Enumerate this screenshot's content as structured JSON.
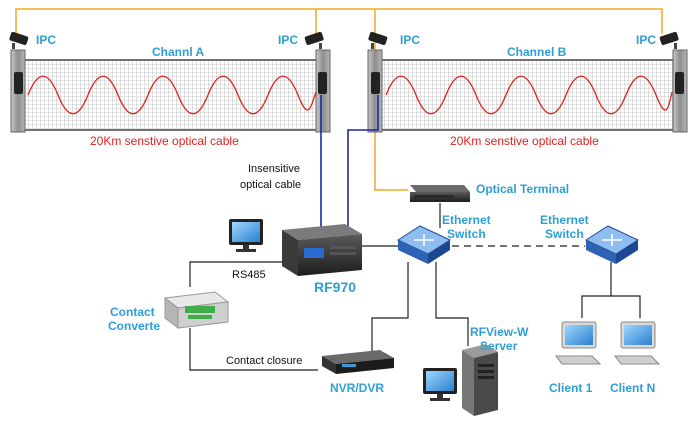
{
  "labels": {
    "ipc_1": "IPC",
    "ipc_2": "IPC",
    "ipc_3": "IPC",
    "ipc_4": "IPC",
    "channel_a": "Channl A",
    "channel_b": "Channel B",
    "cable_a": "20Km senstive optical cable",
    "cable_b": "20Km senstive optical cable",
    "insensitive_1": "Insensitive",
    "insensitive_2": "optical cable",
    "optical_terminal": "Optical Terminal",
    "eth_switch_1a": "Ethernet",
    "eth_switch_1b": "Switch",
    "eth_switch_2a": "Ethernet",
    "eth_switch_2b": "Switch",
    "rf970": "RF970",
    "rs485": "RS485",
    "contact_converter_1": "Contact",
    "contact_converter_2": "Converte",
    "contact_closure": "Contact closure",
    "nvr": "NVR/DVR",
    "rfview_1": "RFView-W",
    "rfview_2": "Server",
    "client_1": "Client 1",
    "client_n": "Client N"
  },
  "colors": {
    "label_blue": "#2e9fd6",
    "cable_red": "#e0211b",
    "orange_line": "#f5a623",
    "insensitive_cable": "#1a2a9a",
    "fence_frame": "#7a7a7a"
  }
}
